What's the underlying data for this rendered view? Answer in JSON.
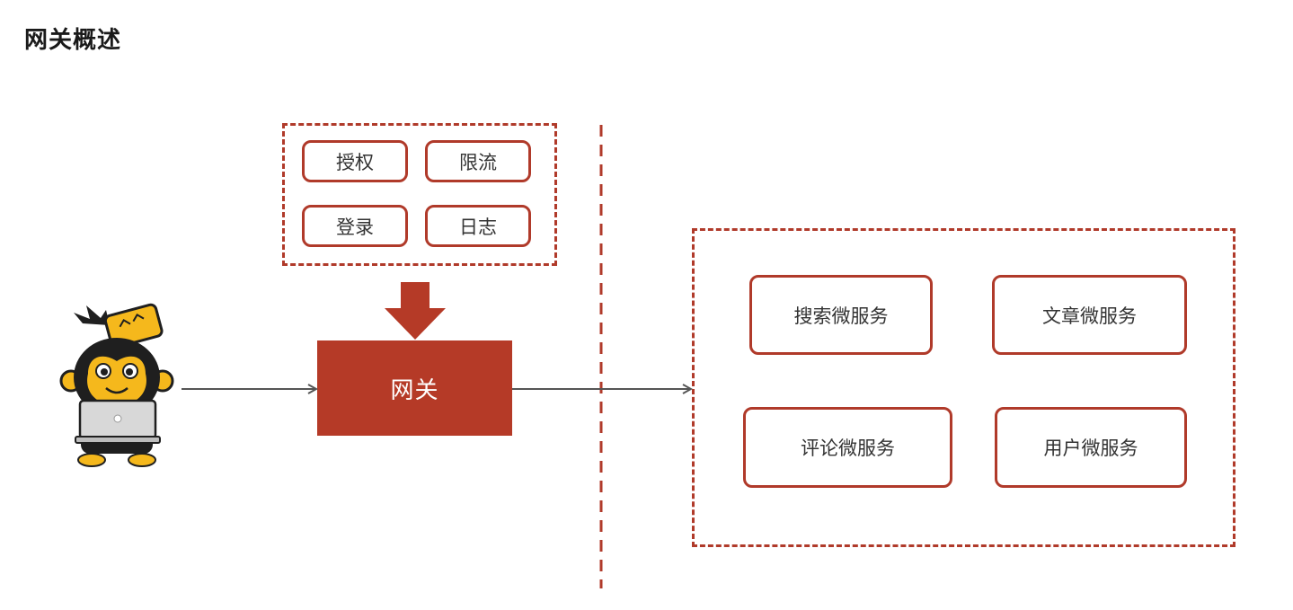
{
  "page": {
    "title": "网关概述"
  },
  "features": {
    "items": [
      "授权",
      "限流",
      "登录",
      "日志"
    ]
  },
  "gateway": {
    "label": "网关"
  },
  "services": {
    "items": [
      "搜索微服务",
      "文章微服务",
      "评论微服务",
      "用户微服务"
    ]
  },
  "colors": {
    "accent": "#b53a27",
    "dashed_border": "#b03a2a",
    "mascot_yellow": "#f5b81c",
    "mascot_dark": "#1f1f1f"
  }
}
